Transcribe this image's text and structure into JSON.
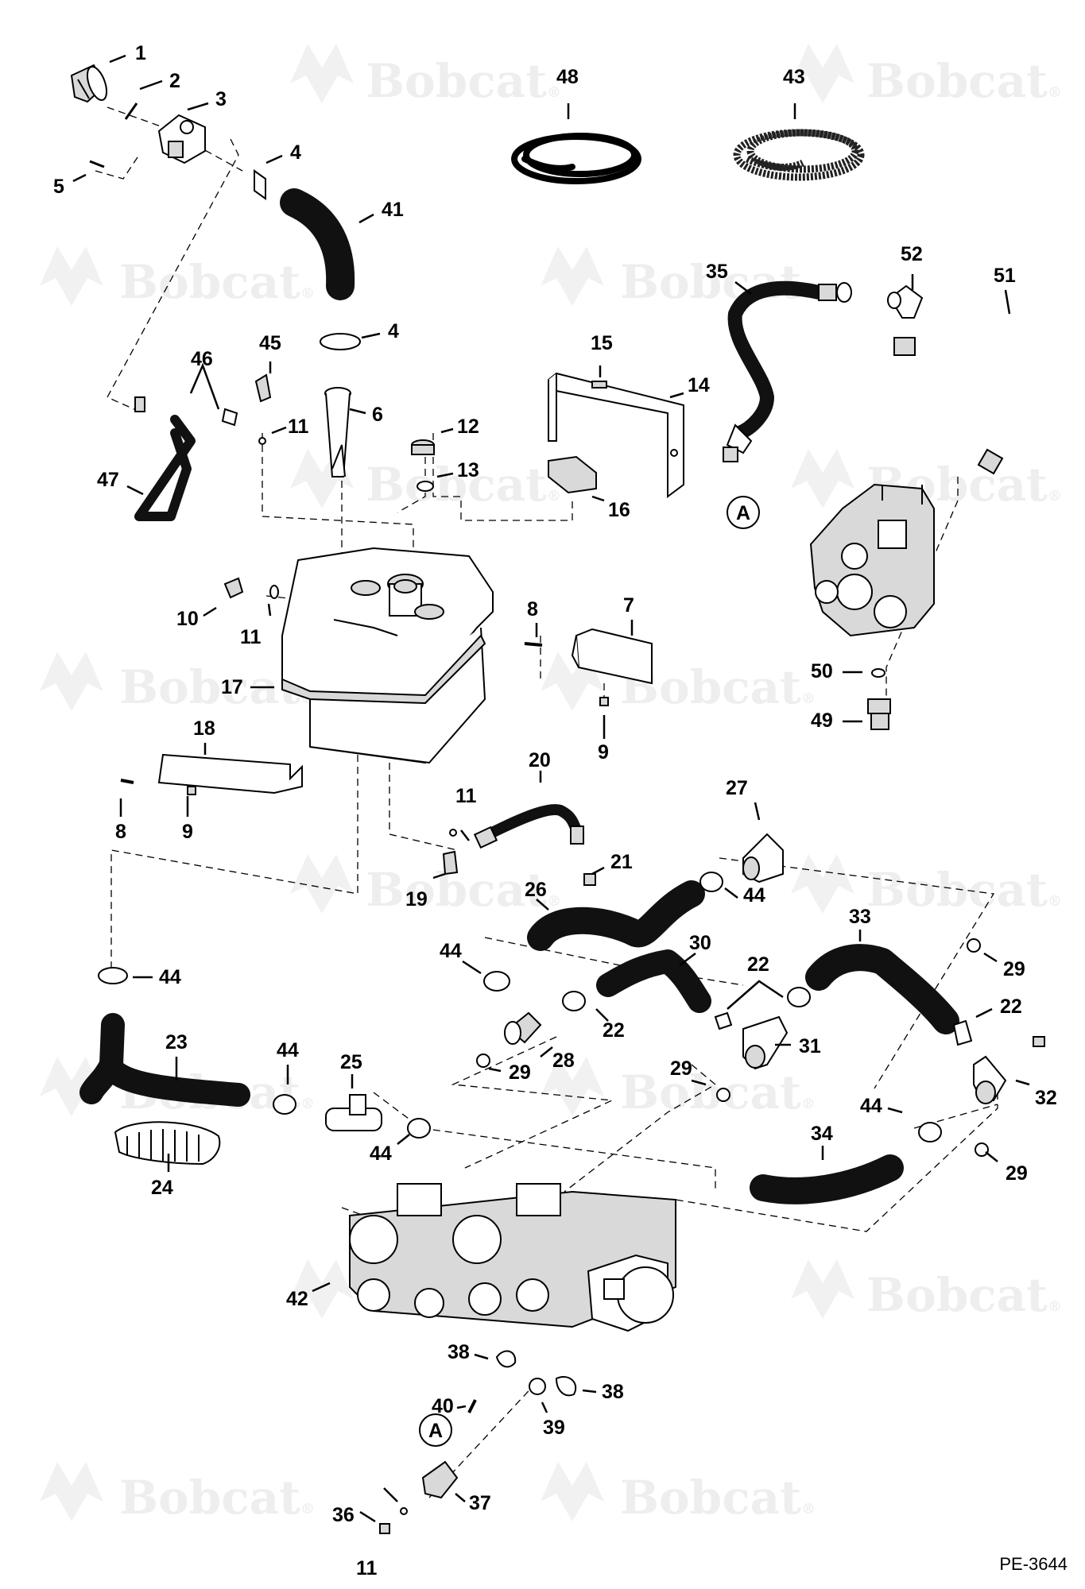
{
  "watermark": {
    "brand": "Bobcat",
    "registered": "®"
  },
  "reference_code": "PE-3644",
  "connector_marker": "A",
  "callouts": [
    "1",
    "2",
    "3",
    "4",
    "5",
    "6",
    "7",
    "8",
    "9",
    "10",
    "11",
    "12",
    "13",
    "14",
    "15",
    "16",
    "17",
    "18",
    "19",
    "20",
    "21",
    "22",
    "23",
    "24",
    "25",
    "26",
    "27",
    "28",
    "29",
    "30",
    "31",
    "32",
    "33",
    "34",
    "35",
    "36",
    "37",
    "38",
    "39",
    "40",
    "41",
    "42",
    "43",
    "44",
    "45",
    "46",
    "47",
    "48",
    "49",
    "50",
    "51",
    "52"
  ]
}
